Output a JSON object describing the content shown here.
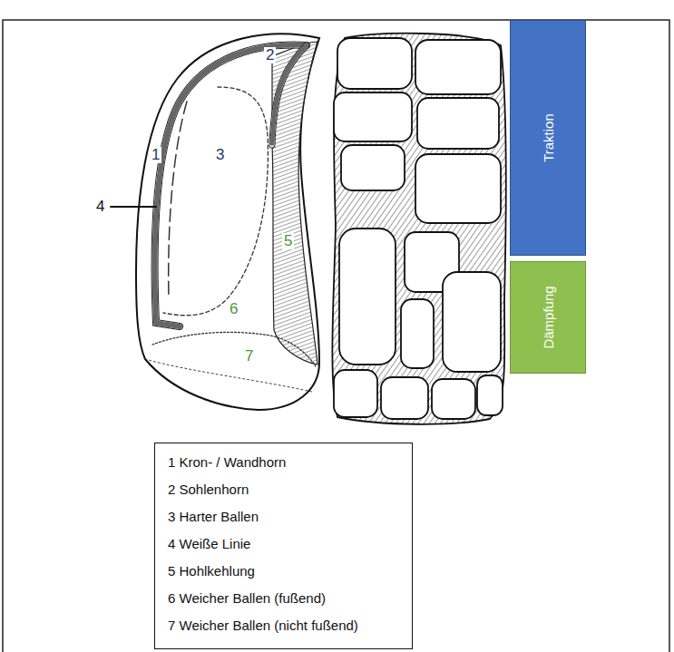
{
  "diagram": {
    "nodes": [
      {
        "text": [
          "Traktion"
        ]
      },
      {
        "text": [
          "Dämpfung"
        ]
      },
      {
        "text": [
          "1 Kron- / Wandhorn",
          "2 Sohlenhorn",
          "3 Harter Ballen",
          "4 Weiße Linie",
          "5 Hohlkehlung",
          "6 Weicher Ballen (fußend)",
          "7 Weicher Ballen (nicht fußend)"
        ]
      }
    ],
    "labels": [
      "1",
      "2",
      "3",
      "4",
      "5",
      "6",
      "7"
    ]
  }
}
